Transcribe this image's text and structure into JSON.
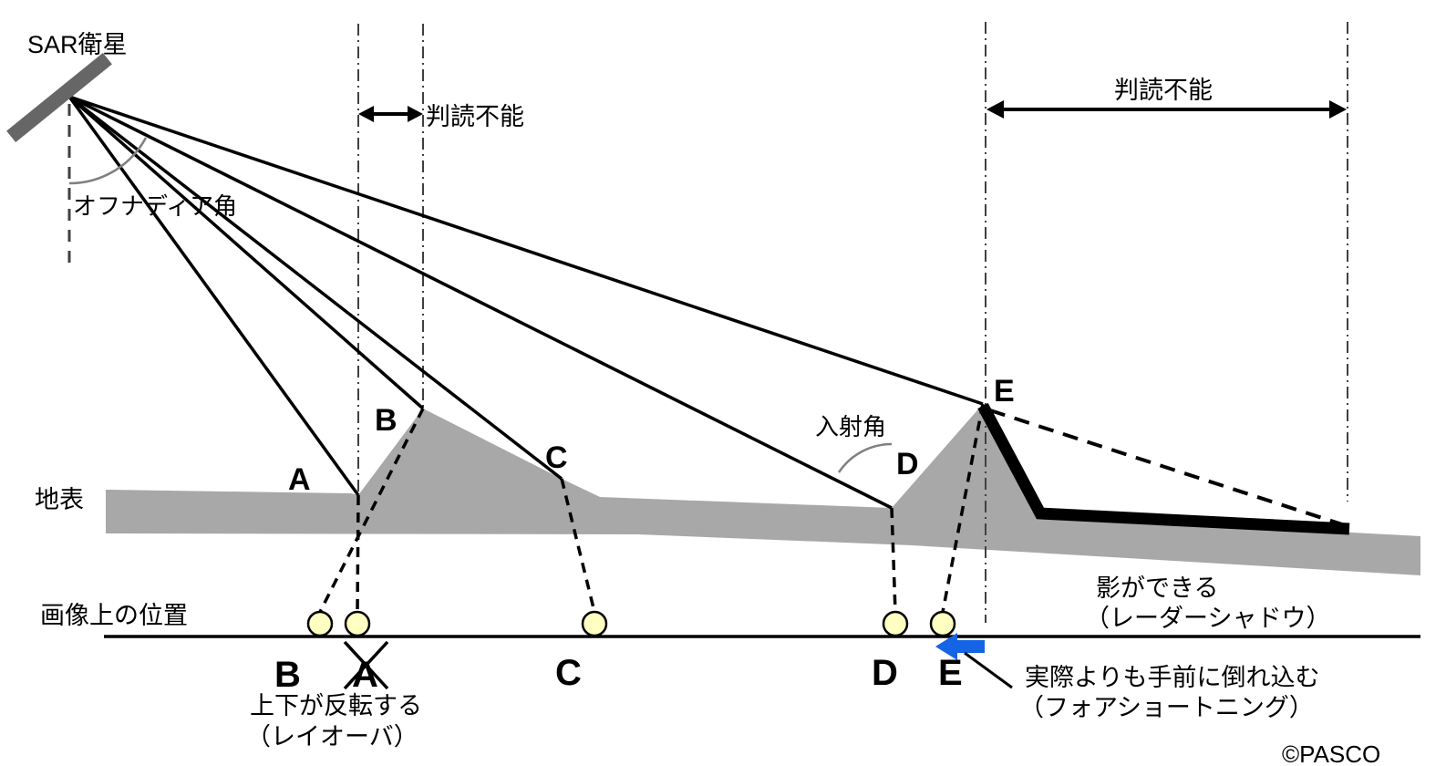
{
  "diagram": {
    "title_hint": "SAR imaging geometry diagram",
    "satellite_label": "SAR衛星",
    "off_nadir_angle_label": "オフナディア角",
    "incidence_angle_label": "入射角",
    "ground_label": "地表",
    "image_position_label": "画像上の位置",
    "unreadable_left_label": "判読不能",
    "unreadable_right_label": "判読不能",
    "terrain_points": {
      "a": "A",
      "b": "B",
      "c": "C",
      "d": "D",
      "e": "E"
    },
    "image_points": {
      "b": "B",
      "a": "A",
      "c": "C",
      "d": "D",
      "e": "E"
    },
    "layover_note_line1": "上下が反転する",
    "layover_note_line2": "（レイオーバ）",
    "shadow_note_line1": "影ができる",
    "shadow_note_line2": "（レーダーシャドウ）",
    "foreshortening_note_line1": "実際よりも手前に倒れ込む",
    "foreshortening_note_line2": "（フォアショートニング）",
    "copyright": "©PASCO"
  },
  "colors": {
    "terrain_gray": "#A8A8A8",
    "satellite_gray": "#666666",
    "marker_yellow": "#FFFFC2",
    "arrow_blue": "#1564E6",
    "arc_gray": "#808080",
    "line_black": "#000000"
  }
}
